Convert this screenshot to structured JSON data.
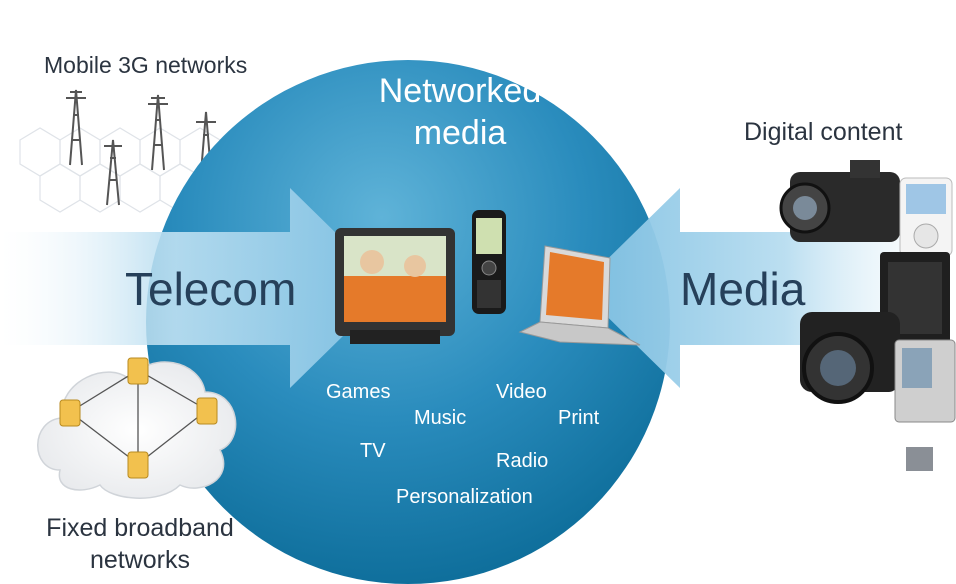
{
  "labels": {
    "mobile_networks": "Mobile 3G networks",
    "networked_media_line1": "Networked",
    "networked_media_line2": "media",
    "digital_content": "Digital content",
    "telecom": "Telecom",
    "media": "Media",
    "fixed_broadband_line1": "Fixed broadband",
    "fixed_broadband_line2": "networks"
  },
  "services": {
    "games": "Games",
    "music": "Music",
    "video": "Video",
    "print": "Print",
    "tv": "TV",
    "radio": "Radio",
    "personalization": "Personalization"
  },
  "colors": {
    "circle_light": "#5fb3d8",
    "circle_dark": "#0f6f9c",
    "arrow": "#9fd1ea",
    "text_dark": "#2b3440",
    "node_fill": "#f2c14e",
    "square": "#8a8f96"
  }
}
